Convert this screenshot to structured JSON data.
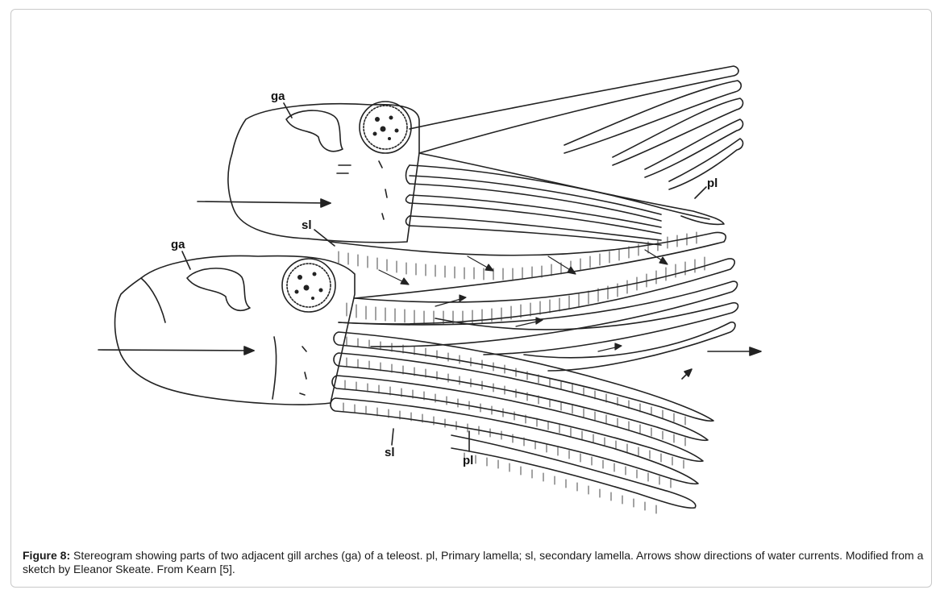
{
  "figure": {
    "labels": {
      "ga_top": "ga",
      "ga_bottom": "ga",
      "sl_top": "sl",
      "pl_top": "pl",
      "sl_bottom": "sl",
      "pl_bottom": "pl"
    }
  },
  "caption": {
    "label": "Figure 8:",
    "text": "Stereogram showing parts of two adjacent gill arches (ga) of a teleost. pl, Primary lamella; sl, secondary lamella. Arrows show directions of water currents. Modified from a sketch by Eleanor Skeate. From Kearn [5]."
  }
}
